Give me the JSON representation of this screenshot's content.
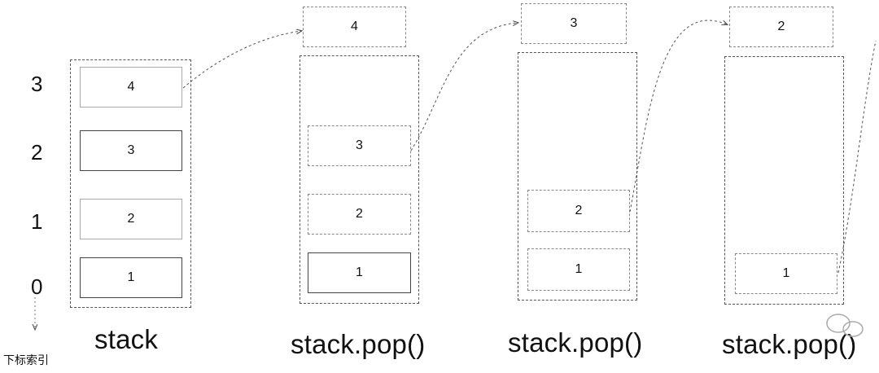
{
  "index_axis": {
    "labels": [
      "3",
      "2",
      "1",
      "0"
    ],
    "caption": "下标索引"
  },
  "panels": [
    {
      "caption": "stack",
      "popped": null,
      "items": [
        "4",
        "3",
        "2",
        "1"
      ]
    },
    {
      "caption": "stack.pop()",
      "popped": "4",
      "items": [
        "3",
        "2",
        "1"
      ]
    },
    {
      "caption": "stack.pop()",
      "popped": "3",
      "items": [
        "2",
        "1"
      ]
    },
    {
      "caption": "stack.pop()",
      "popped": "2",
      "items": [
        "1"
      ]
    }
  ]
}
